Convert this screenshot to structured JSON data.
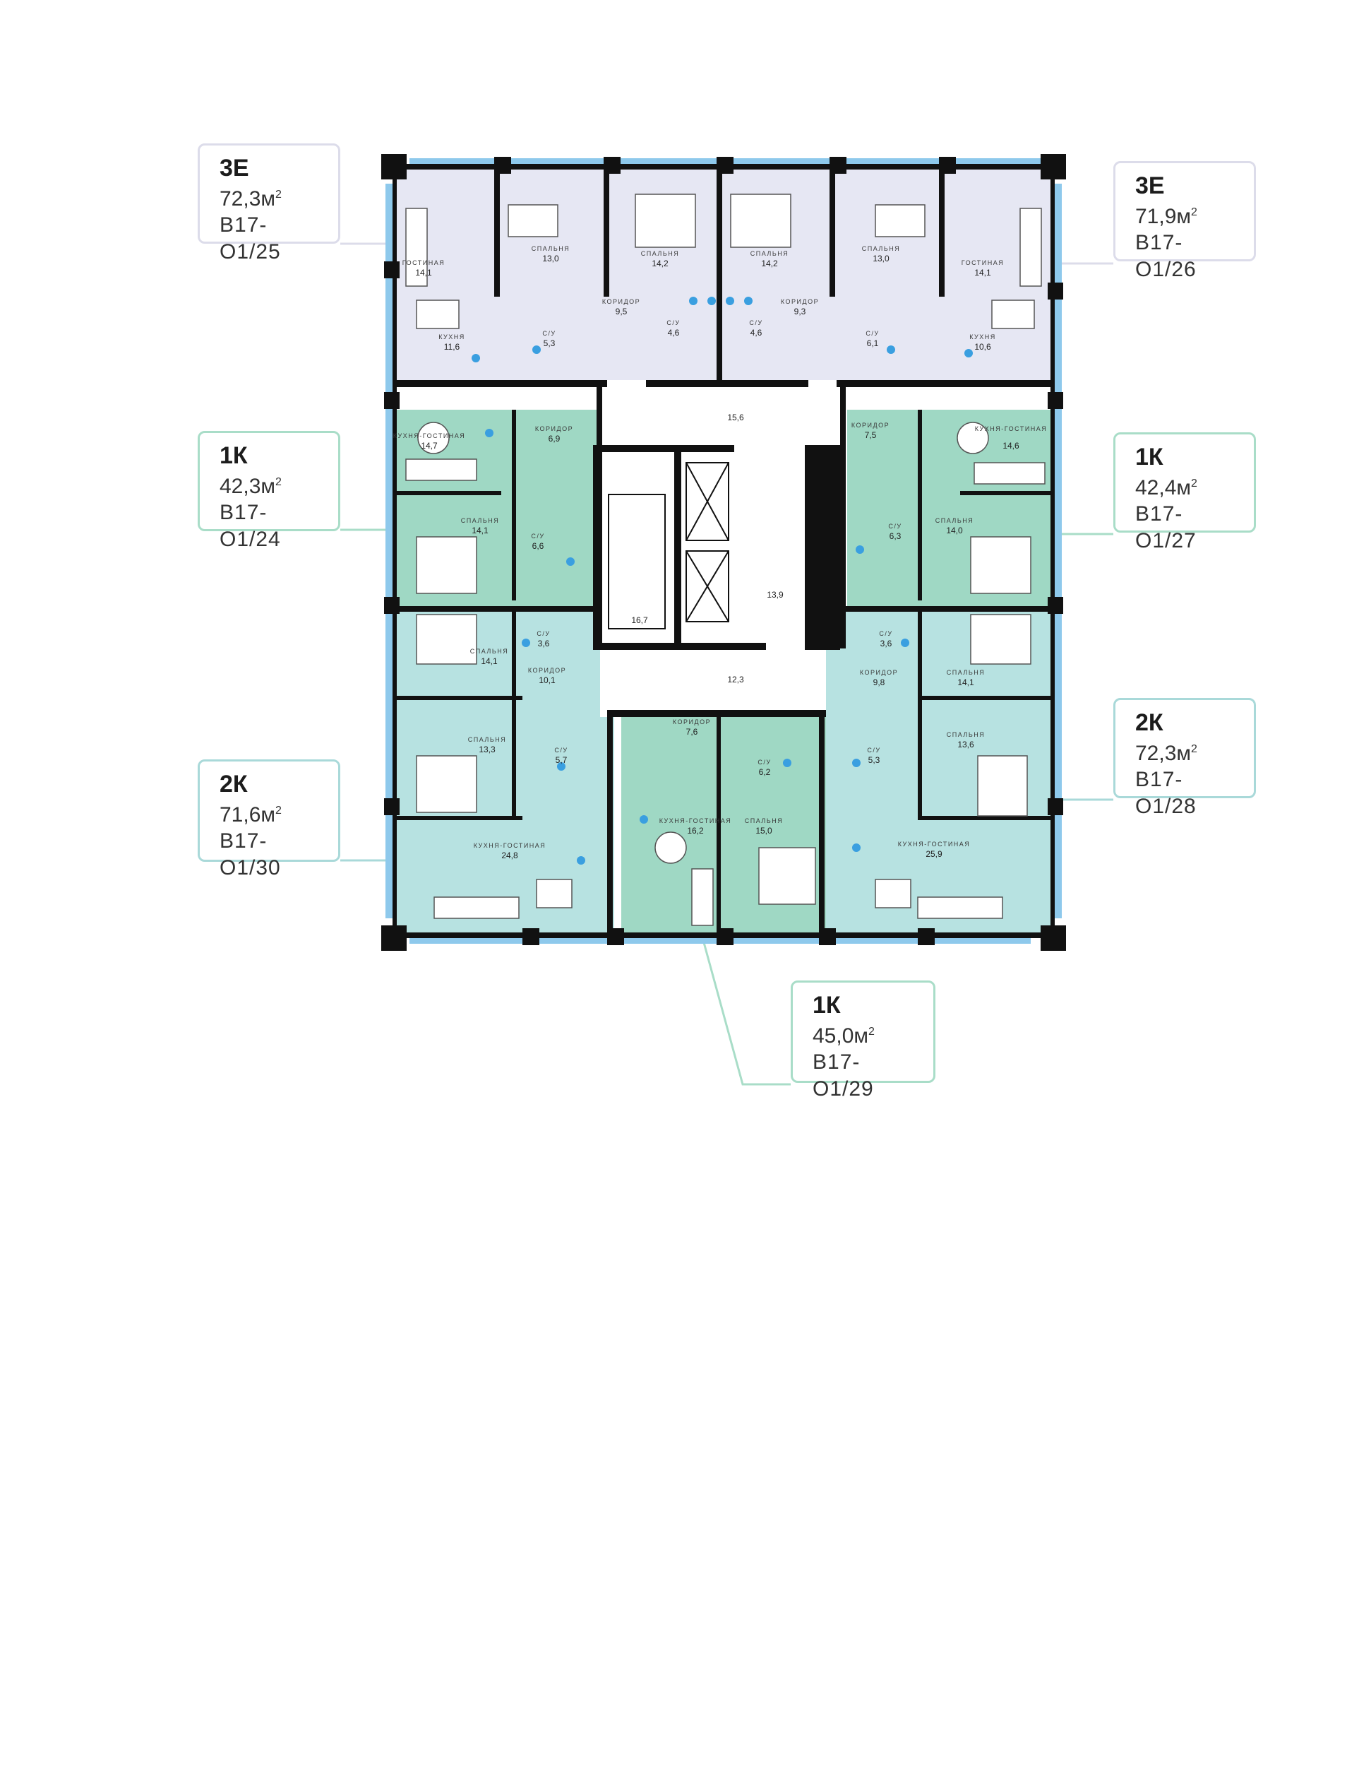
{
  "apartments": [
    {
      "type": "3Е",
      "area": "72,3м",
      "code": "В17-О1/25"
    },
    {
      "type": "3Е",
      "area": "71,9м",
      "code": "В17-О1/26"
    },
    {
      "type": "1К",
      "area": "42,3м",
      "code": "В17-О1/24"
    },
    {
      "type": "1К",
      "area": "42,4м",
      "code": "В17-О1/27"
    },
    {
      "type": "2К",
      "area": "72,3м",
      "code": "В17-О1/28"
    },
    {
      "type": "2К",
      "area": "71,6м",
      "code": "В17-О1/30"
    },
    {
      "type": "1К",
      "area": "45,0м",
      "code": "В17-О1/29"
    }
  ],
  "area_unit_sup": "2",
  "rooms": {
    "a25_living": {
      "label": "ГОСТИНАЯ",
      "area": "14,1"
    },
    "a25_bed1": {
      "label": "СПАЛЬНЯ",
      "area": "13,0"
    },
    "a25_bed2": {
      "label": "СПАЛЬНЯ",
      "area": "14,2"
    },
    "a25_kitchen": {
      "label": "КУХНЯ",
      "area": "11,6"
    },
    "a25_corridor": {
      "label": "КОРИДОР",
      "area": "9,5"
    },
    "a25_bath1": {
      "label": "С/У",
      "area": "5,3"
    },
    "a25_bath2": {
      "label": "С/У",
      "area": "4,6"
    },
    "a26_bed2": {
      "label": "СПАЛЬНЯ",
      "area": "14,2"
    },
    "a26_bed1": {
      "label": "СПАЛЬНЯ",
      "area": "13,0"
    },
    "a26_living": {
      "label": "ГОСТИНАЯ",
      "area": "14,1"
    },
    "a26_corridor": {
      "label": "КОРИДОР",
      "area": "9,3"
    },
    "a26_bath2": {
      "label": "С/У",
      "area": "4,6"
    },
    "a26_bath1": {
      "label": "С/У",
      "area": "6,1"
    },
    "a26_kitchen": {
      "label": "КУХНЯ",
      "area": "10,6"
    },
    "hall_top": {
      "label": "",
      "area": "15,6"
    },
    "a24_kitchen": {
      "label": "КУХНЯ-ГОСТИНАЯ",
      "area": "14,7"
    },
    "a24_corridor": {
      "label": "КОРИДОР",
      "area": "6,9"
    },
    "a24_bed": {
      "label": "СПАЛЬНЯ",
      "area": "14,1"
    },
    "a24_bath": {
      "label": "С/У",
      "area": "6,6"
    },
    "a27_corridor": {
      "label": "КОРИДОР",
      "area": "7,5"
    },
    "a27_kitchen": {
      "label": "КУХНЯ-ГОСТИНАЯ",
      "area": "14,6"
    },
    "a27_bath": {
      "label": "С/У",
      "area": "6,3"
    },
    "a27_bed": {
      "label": "СПАЛЬНЯ",
      "area": "14,0"
    },
    "stair": {
      "label": "",
      "area": "16,7"
    },
    "lift_hall": {
      "label": "",
      "area": "13,9"
    },
    "hall_bottom": {
      "label": "",
      "area": "12,3"
    },
    "a30_bed1": {
      "label": "СПАЛЬНЯ",
      "area": "14,1"
    },
    "a30_bath1": {
      "label": "С/У",
      "area": "3,6"
    },
    "a30_corridor": {
      "label": "КОРИДОР",
      "area": "10,1"
    },
    "a30_bed2": {
      "label": "СПАЛЬНЯ",
      "area": "13,3"
    },
    "a30_bath2": {
      "label": "С/У",
      "area": "5,7"
    },
    "a30_kitchen": {
      "label": "КУХНЯ-ГОСТИНАЯ",
      "area": "24,8"
    },
    "a28_bath1": {
      "label": "С/У",
      "area": "3,6"
    },
    "a28_bed1": {
      "label": "СПАЛЬНЯ",
      "area": "14,1"
    },
    "a28_corridor": {
      "label": "КОРИДОР",
      "area": "9,8"
    },
    "a28_bed2": {
      "label": "СПАЛЬНЯ",
      "area": "13,6"
    },
    "a28_bath2": {
      "label": "С/У",
      "area": "5,3"
    },
    "a28_kitchen": {
      "label": "КУХНЯ-ГОСТИНАЯ",
      "area": "25,9"
    },
    "a29_corridor": {
      "label": "КОРИДОР",
      "area": "7,6"
    },
    "a29_bath": {
      "label": "С/У",
      "area": "6,2"
    },
    "a29_kitchen": {
      "label": "КУХНЯ-ГОСТИНАЯ",
      "area": "16,2"
    },
    "a29_bed": {
      "label": "СПАЛЬНЯ",
      "area": "15,0"
    }
  },
  "colors": {
    "apt_3e": "#e6e7f3",
    "apt_1k": "#9fd8c4",
    "apt_2k": "#b7e2e1",
    "window": "#8ec9ec",
    "wall": "#111111",
    "leader_3e": "#dcdcea",
    "leader_1k": "#a9ddc8",
    "leader_2k": "#a9d9d9",
    "water_drop": "#3a9fe0"
  }
}
